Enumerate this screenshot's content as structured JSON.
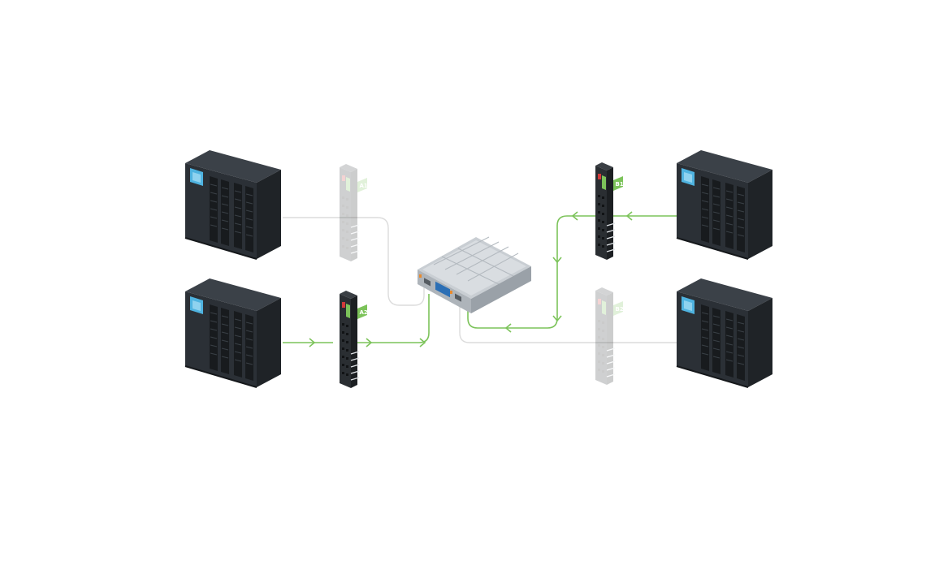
{
  "colors": {
    "background": "#ffffff",
    "active_link": "#7cc35a",
    "inactive_link": "#dcdcdc",
    "cabinet_dark": "#2b3036",
    "cabinet_side": "#1f2327",
    "cabinet_top": "#3b4148",
    "screen": "#4fb3e0",
    "pdu_body": "#2a2e32",
    "pdu_tag": "#7cc35a",
    "server_body": "#c9ced3"
  },
  "diagram": {
    "ups_cabinets": [
      {
        "id": "ups-top-left",
        "state": "inactive",
        "icon": "ups-cabinet-icon"
      },
      {
        "id": "ups-bottom-left",
        "state": "active",
        "icon": "ups-cabinet-icon"
      },
      {
        "id": "ups-top-right",
        "state": "active",
        "icon": "ups-cabinet-icon"
      },
      {
        "id": "ups-bottom-right",
        "state": "inactive",
        "icon": "ups-cabinet-icon"
      }
    ],
    "pdus": [
      {
        "id": "pdu-a1",
        "label": "A1",
        "state": "faded"
      },
      {
        "id": "pdu-a2",
        "label": "A2",
        "state": "active"
      },
      {
        "id": "pdu-b1",
        "label": "B1",
        "state": "active"
      },
      {
        "id": "pdu-b2",
        "label": "B2",
        "state": "faded"
      }
    ],
    "server": {
      "id": "dual-corded-server",
      "icon": "server-chassis-icon"
    },
    "links": [
      {
        "from": "ups-top-left",
        "to": "pdu-a1",
        "state": "inactive"
      },
      {
        "from": "pdu-a1",
        "to": "dual-corded-server",
        "state": "inactive"
      },
      {
        "from": "ups-bottom-left",
        "to": "pdu-a2",
        "state": "active"
      },
      {
        "from": "pdu-a2",
        "to": "dual-corded-server",
        "state": "active"
      },
      {
        "from": "ups-top-right",
        "to": "pdu-b1",
        "state": "active"
      },
      {
        "from": "pdu-b1",
        "to": "dual-corded-server",
        "state": "active"
      },
      {
        "from": "ups-bottom-right",
        "to": "pdu-b2",
        "state": "inactive"
      },
      {
        "from": "pdu-b2",
        "to": "dual-corded-server",
        "state": "inactive"
      }
    ]
  }
}
